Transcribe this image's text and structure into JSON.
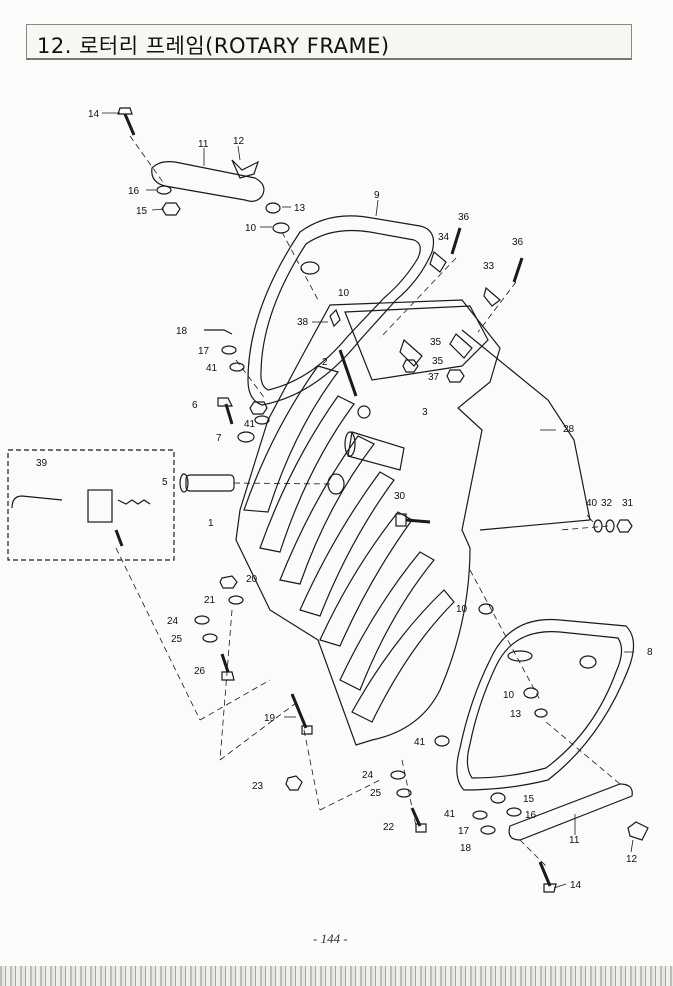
{
  "header": {
    "title": "12. 로터리 프레임(ROTARY FRAME)"
  },
  "footer": {
    "page_number": "- 144 -"
  },
  "callouts": {
    "c14a": "14",
    "c11a": "11",
    "c12a": "12",
    "c16a": "16",
    "c15a": "15",
    "c13a": "13",
    "c10a": "10",
    "c9": "9",
    "c36a": "36",
    "c36b": "36",
    "c34": "34",
    "c33": "33",
    "c10b": "10",
    "c38": "38",
    "c18a": "18",
    "c17a": "17",
    "c41a": "41",
    "c35a": "35",
    "c35b": "35",
    "c37": "37",
    "c2": "2",
    "c3": "3",
    "c6": "6",
    "c41b": "41",
    "c28": "28",
    "c7": "7",
    "c39": "39",
    "c5": "5",
    "c1": "1",
    "c30": "30",
    "c40": "40",
    "c32": "32",
    "c31": "31",
    "c20": "20",
    "c21": "21",
    "c10c": "10",
    "c24a": "24",
    "c25a": "25",
    "c8": "8",
    "c26": "26",
    "c10d": "10",
    "c13b": "13",
    "c19": "19",
    "c41c": "41",
    "c24b": "24",
    "c23": "23",
    "c25b": "25",
    "c15b": "15",
    "c41d": "41",
    "c16b": "16",
    "c22": "22",
    "c17b": "17",
    "c11b": "11",
    "c18b": "18",
    "c12b": "12",
    "c14b": "14"
  }
}
